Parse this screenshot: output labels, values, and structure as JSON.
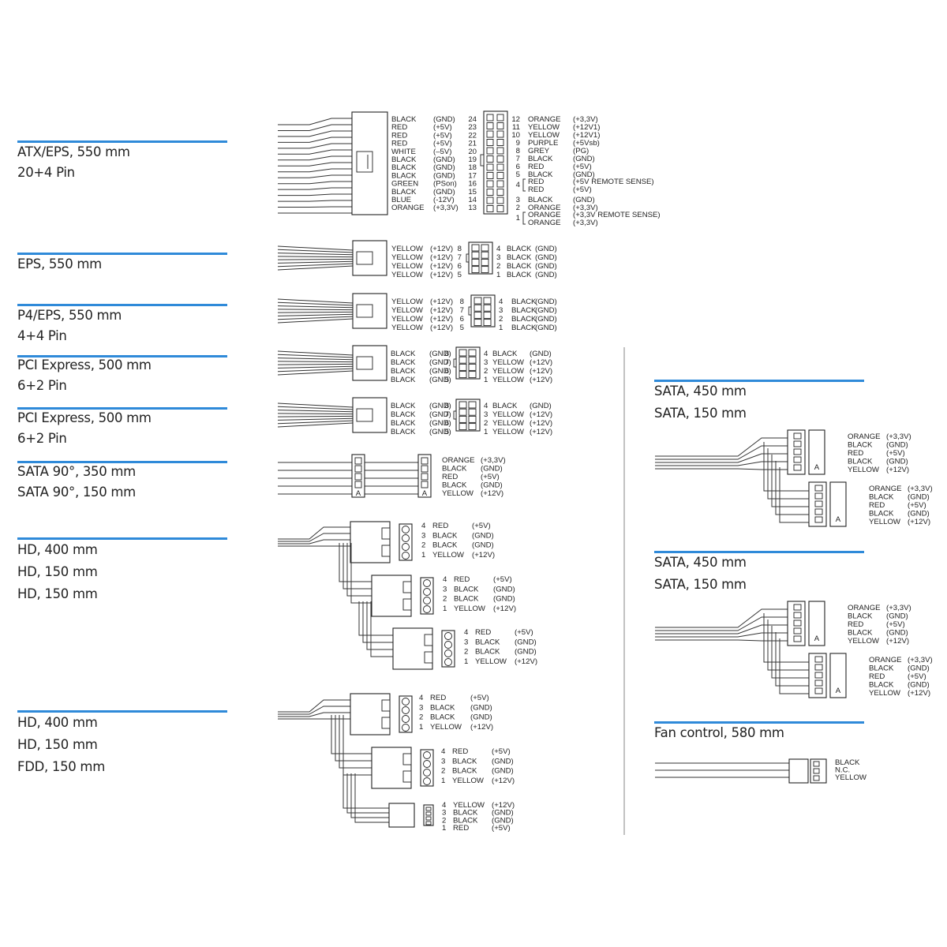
{
  "accent_color": "#2f8ad9",
  "captions": {
    "atx": [
      "ATX/EPS, 550 mm",
      "20+4 Pin"
    ],
    "eps": [
      "EPS, 550 mm"
    ],
    "p4": [
      "P4/EPS, 550 mm",
      "4+4 Pin"
    ],
    "pci1": [
      "PCI Express, 500 mm",
      "6+2 Pin"
    ],
    "pci2": [
      "PCI Express, 500 mm",
      "6+2 Pin"
    ],
    "sata90": [
      "SATA 90°, 350 mm",
      "SATA 90°, 150 mm"
    ],
    "hd1": [
      "HD, 400 mm",
      "HD, 150 mm",
      "HD, 150 mm"
    ],
    "hd2": [
      "HD, 400 mm",
      "HD, 150 mm",
      "FDD, 150 mm"
    ],
    "sata1": [
      "SATA, 450 mm",
      "SATA, 150 mm"
    ],
    "sata2": [
      "SATA, 450 mm",
      "SATA, 150 mm"
    ],
    "fan": [
      "Fan control, 580 mm"
    ]
  },
  "pinouts": {
    "atx_left": [
      [
        "BLACK",
        "(GND)",
        "24"
      ],
      [
        "RED",
        "(+5V)",
        "23"
      ],
      [
        "RED",
        "(+5V)",
        "22"
      ],
      [
        "RED",
        "(+5V)",
        "21"
      ],
      [
        "WHITE",
        "(–5V)",
        "20"
      ],
      [
        "BLACK",
        "(GND)",
        "19"
      ],
      [
        "BLACK",
        "(GND)",
        "18"
      ],
      [
        "BLACK",
        "(GND)",
        "17"
      ],
      [
        "GREEN",
        "(PSon)",
        "16"
      ],
      [
        "BLACK",
        "(GND)",
        "15"
      ],
      [
        "BLUE",
        "(-12V)",
        "14"
      ],
      [
        "ORANGE",
        "(+3,3V)",
        "13"
      ]
    ],
    "atx_right": [
      [
        "12",
        "ORANGE",
        "(+3,3V)"
      ],
      [
        "11",
        "YELLOW",
        "(+12V1)"
      ],
      [
        "10",
        "YELLOW",
        "(+12V1)"
      ],
      [
        "9",
        "PURPLE",
        "(+5Vsb)"
      ],
      [
        "8",
        "GREY",
        "(PG)"
      ],
      [
        "7",
        "BLACK",
        "(GND)"
      ],
      [
        "6",
        "RED",
        "(+5V)"
      ],
      [
        "5",
        "BLACK",
        "(GND)"
      ],
      [
        "4",
        "RED",
        "(+5V REMOTE SENSE)"
      ],
      [
        "",
        "RED",
        "(+5V)"
      ],
      [
        "3",
        "BLACK",
        "(GND)"
      ],
      [
        "2",
        "ORANGE",
        "(+3,3V)"
      ],
      [
        "1",
        "ORANGE",
        "(+3,3V REMOTE SENSE)"
      ],
      [
        "",
        "ORANGE",
        "(+3,3V)"
      ]
    ],
    "eps_left": [
      [
        "YELLOW",
        "(+12V)",
        "8"
      ],
      [
        "YELLOW",
        "(+12V)",
        "7"
      ],
      [
        "YELLOW",
        "(+12V)",
        "6"
      ],
      [
        "YELLOW",
        "(+12V)",
        "5"
      ]
    ],
    "eps_right": [
      [
        "4",
        "BLACK",
        "(GND)"
      ],
      [
        "3",
        "BLACK",
        "(GND)"
      ],
      [
        "2",
        "BLACK",
        "(GND)"
      ],
      [
        "1",
        "BLACK",
        "(GND)"
      ]
    ],
    "p4_left": [
      [
        "YELLOW",
        "(+12V)",
        "8"
      ],
      [
        "YELLOW",
        "(+12V)",
        "7"
      ],
      [
        "YELLOW",
        "(+12V)",
        "6"
      ],
      [
        "YELLOW",
        "(+12V)",
        "5"
      ]
    ],
    "p4_right": [
      [
        "4",
        "BLACK",
        "(GND)"
      ],
      [
        "3",
        "BLACK",
        "(GND)"
      ],
      [
        "2",
        "BLACK",
        "(GND)"
      ],
      [
        "1",
        "BLACK",
        "(GND)"
      ]
    ],
    "pci_left": [
      [
        "BLACK",
        "(GND)",
        "8"
      ],
      [
        "BLACK",
        "(GND)",
        "7"
      ],
      [
        "BLACK",
        "(GND)",
        "6"
      ],
      [
        "BLACK",
        "(GND)",
        "5"
      ]
    ],
    "pci_right": [
      [
        "4",
        "BLACK",
        "(GND)"
      ],
      [
        "3",
        "YELLOW",
        "(+12V)"
      ],
      [
        "2",
        "YELLOW",
        "(+12V)"
      ],
      [
        "1",
        "YELLOW",
        "(+12V)"
      ]
    ],
    "sata": [
      [
        "ORANGE",
        "(+3,3V)"
      ],
      [
        "BLACK",
        "(GND)"
      ],
      [
        "RED",
        "(+5V)"
      ],
      [
        "BLACK",
        "(GND)"
      ],
      [
        "YELLOW",
        "(+12V)"
      ]
    ],
    "molex": [
      [
        "4",
        "RED",
        "(+5V)"
      ],
      [
        "3",
        "BLACK",
        "(GND)"
      ],
      [
        "2",
        "BLACK",
        "(GND)"
      ],
      [
        "1",
        "YELLOW",
        "(+12V)"
      ]
    ],
    "fdd": [
      [
        "4",
        "YELLOW",
        "(+12V)"
      ],
      [
        "3",
        "BLACK",
        "(GND)"
      ],
      [
        "2",
        "BLACK",
        "(GND)"
      ],
      [
        "1",
        "RED",
        "(+5V)"
      ]
    ],
    "fan": [
      "BLACK",
      "N.C.",
      "YELLOW"
    ]
  }
}
